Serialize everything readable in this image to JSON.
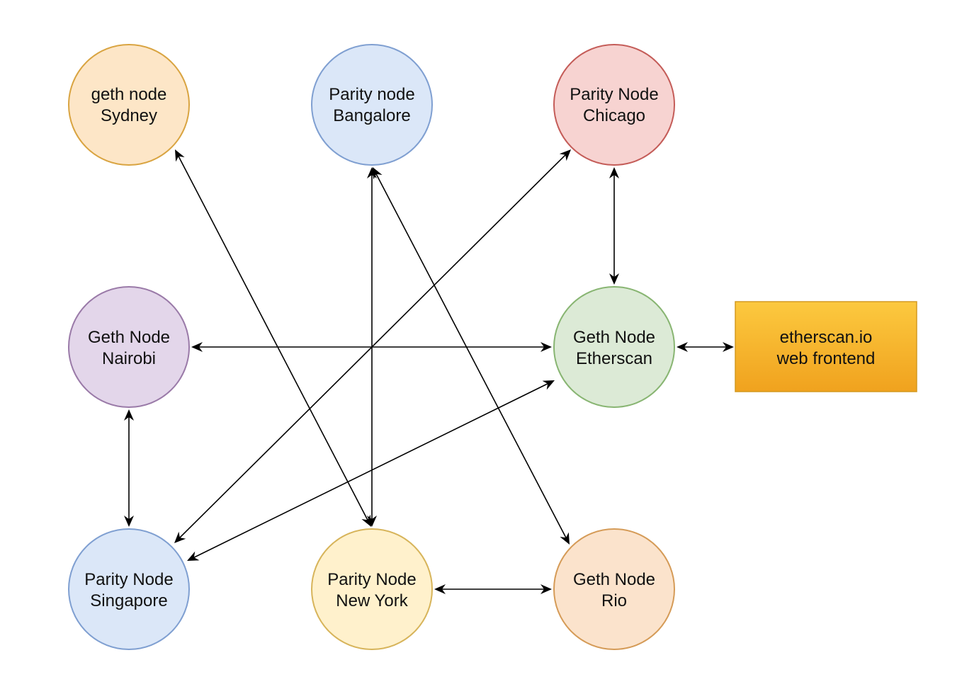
{
  "colors": {
    "edge": "#000000",
    "orange_fill": "#fde6c7",
    "orange_stroke": "#d9a441",
    "blue_fill": "#dbe7f8",
    "blue_stroke": "#7f9fd1",
    "red_fill": "#f7d3d1",
    "red_stroke": "#c45c58",
    "purple_fill": "#e3d6ea",
    "purple_stroke": "#9a7aa8",
    "green_fill": "#dcead6",
    "green_stroke": "#88b572",
    "yellow_fill": "#fff1cc",
    "yellow_stroke": "#d7b45a",
    "peach_fill": "#fbe3cc",
    "peach_stroke": "#d59b57",
    "frontend_fill_top": "#fcc93f",
    "frontend_fill_bottom": "#f0a21e",
    "frontend_stroke": "#d49a20"
  },
  "nodes": {
    "geth_sydney": {
      "line1": "geth node",
      "line2": "Sydney"
    },
    "parity_bangalore": {
      "line1": "Parity node",
      "line2": "Bangalore"
    },
    "parity_chicago": {
      "line1": "Parity Node",
      "line2": "Chicago"
    },
    "geth_nairobi": {
      "line1": "Geth Node",
      "line2": "Nairobi"
    },
    "geth_etherscan": {
      "line1": "Geth Node",
      "line2": "Etherscan"
    },
    "etherscan_frontend": {
      "line1": "etherscan.io",
      "line2": "web frontend"
    },
    "parity_singapore": {
      "line1": "Parity Node",
      "line2": "Singapore"
    },
    "parity_newyork": {
      "line1": "Parity Node",
      "line2": "New York"
    },
    "geth_rio": {
      "line1": "Geth Node",
      "line2": "Rio"
    }
  }
}
